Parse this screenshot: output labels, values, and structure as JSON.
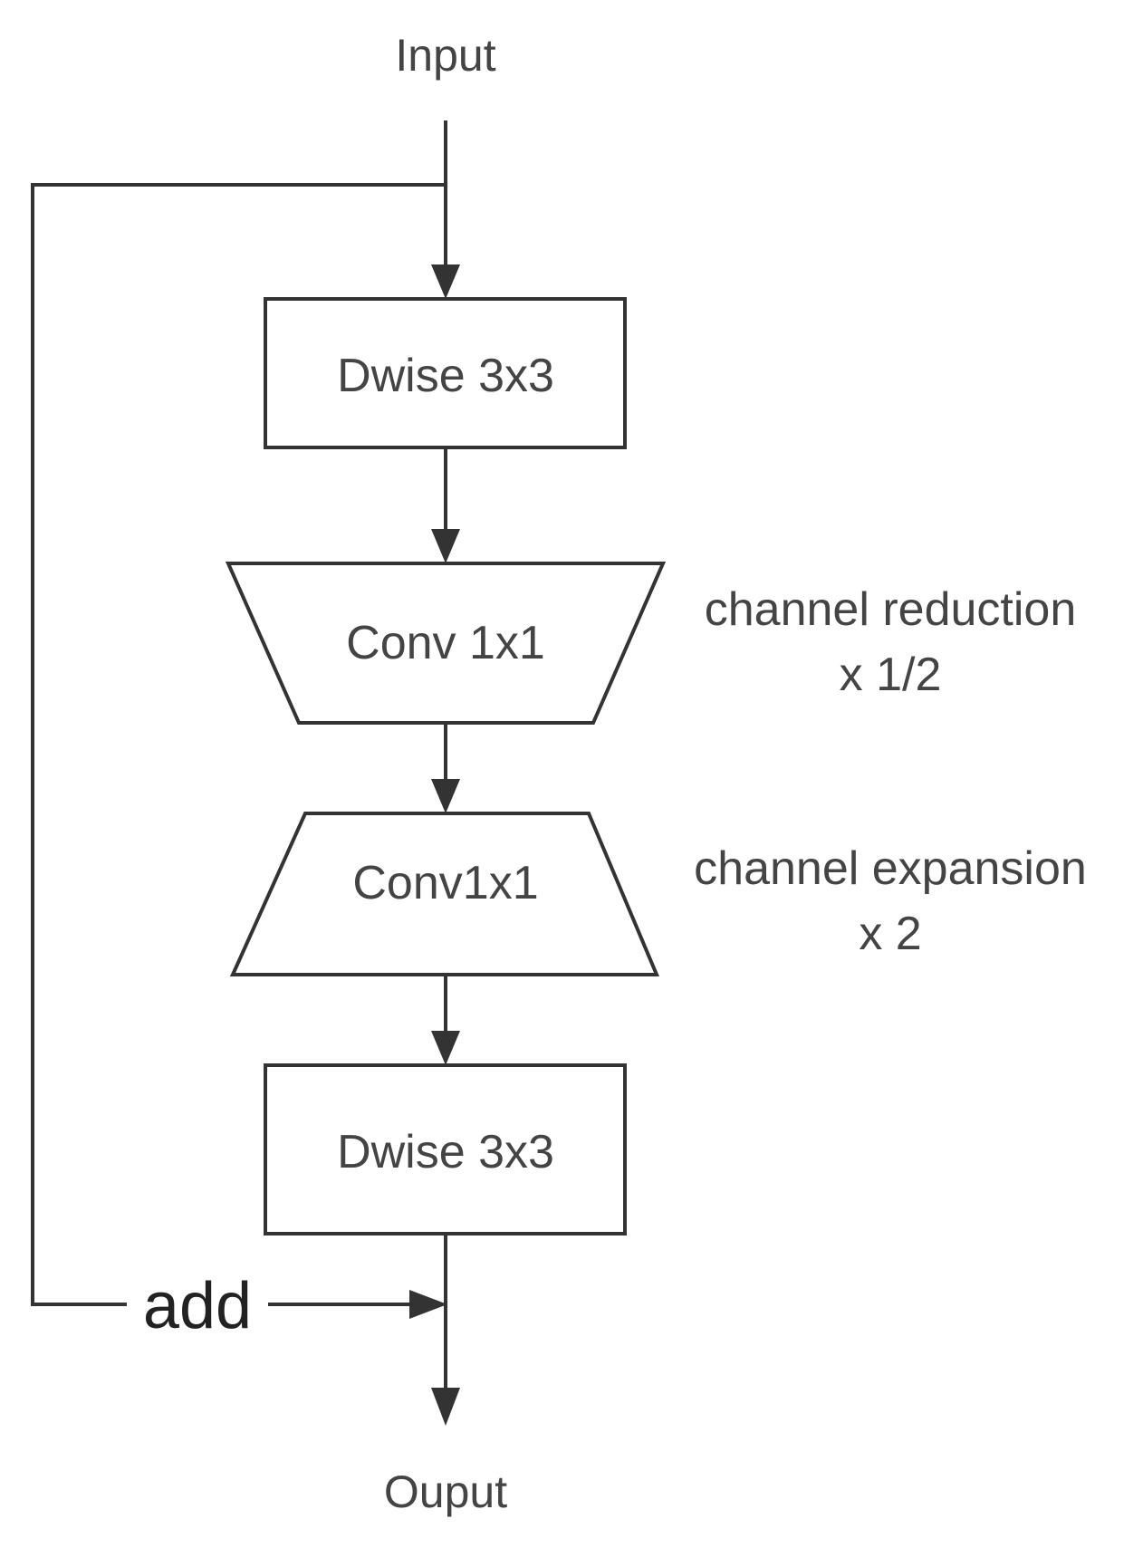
{
  "diagram": {
    "input_label": "Input",
    "output_label": "Ouput",
    "add_label": "add",
    "blocks": [
      {
        "shape": "rectangle",
        "label": "Dwise 3x3"
      },
      {
        "shape": "trapezoid-narrowing",
        "label": "Conv 1x1",
        "note_line1": "channel reduction",
        "note_line2": "x 1/2"
      },
      {
        "shape": "trapezoid-widening",
        "label": "Conv1x1",
        "note_line1": "channel expansion",
        "note_line2": "x 2"
      },
      {
        "shape": "rectangle",
        "label": "Dwise 3x3"
      }
    ],
    "colors": {
      "stroke": "#333333",
      "text": "#444444",
      "background": "#ffffff"
    }
  }
}
